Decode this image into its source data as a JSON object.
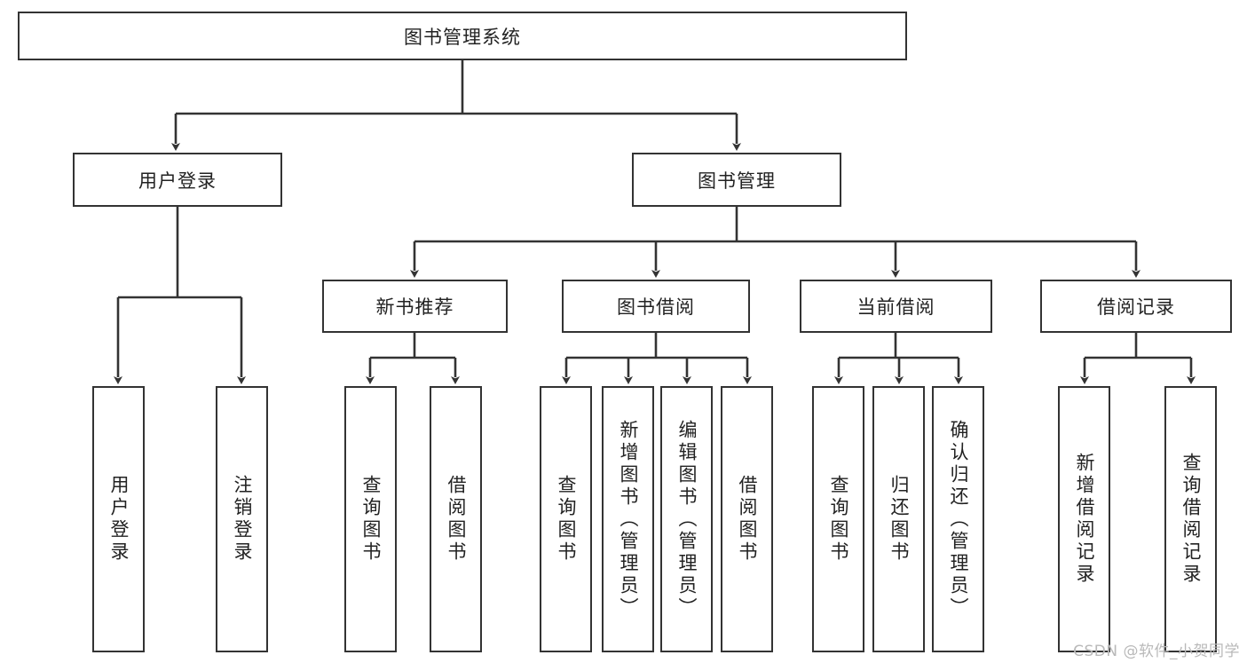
{
  "diagram": {
    "title": "图书管理系统",
    "type": "hierarchy-tree",
    "stroke_color": "#333333",
    "background_color": "#ffffff",
    "root": {
      "label": "图书管理系统"
    },
    "level2": [
      {
        "label": "用户登录"
      },
      {
        "label": "图书管理"
      }
    ],
    "level3": [
      {
        "label": "新书推荐"
      },
      {
        "label": "图书借阅"
      },
      {
        "label": "当前借阅"
      },
      {
        "label": "借阅记录"
      }
    ],
    "leaves": {
      "user_login": [
        {
          "label": "用户登录"
        },
        {
          "label": "注销登录"
        }
      ],
      "new_book_recommend": [
        {
          "label": "查询图书"
        },
        {
          "label": "借阅图书"
        }
      ],
      "book_borrow": [
        {
          "label": "查询图书"
        },
        {
          "label": "新增图书（管理员）"
        },
        {
          "label": "编辑图书（管理员）"
        },
        {
          "label": "借阅图书"
        }
      ],
      "current_borrow": [
        {
          "label": "查询图书"
        },
        {
          "label": "归还图书"
        },
        {
          "label": "确认归还（管理员）"
        }
      ],
      "borrow_record": [
        {
          "label": "新增借阅记录"
        },
        {
          "label": "查询借阅记录"
        }
      ]
    }
  },
  "watermark": {
    "text": "CSDN @软件_小贺同学"
  }
}
